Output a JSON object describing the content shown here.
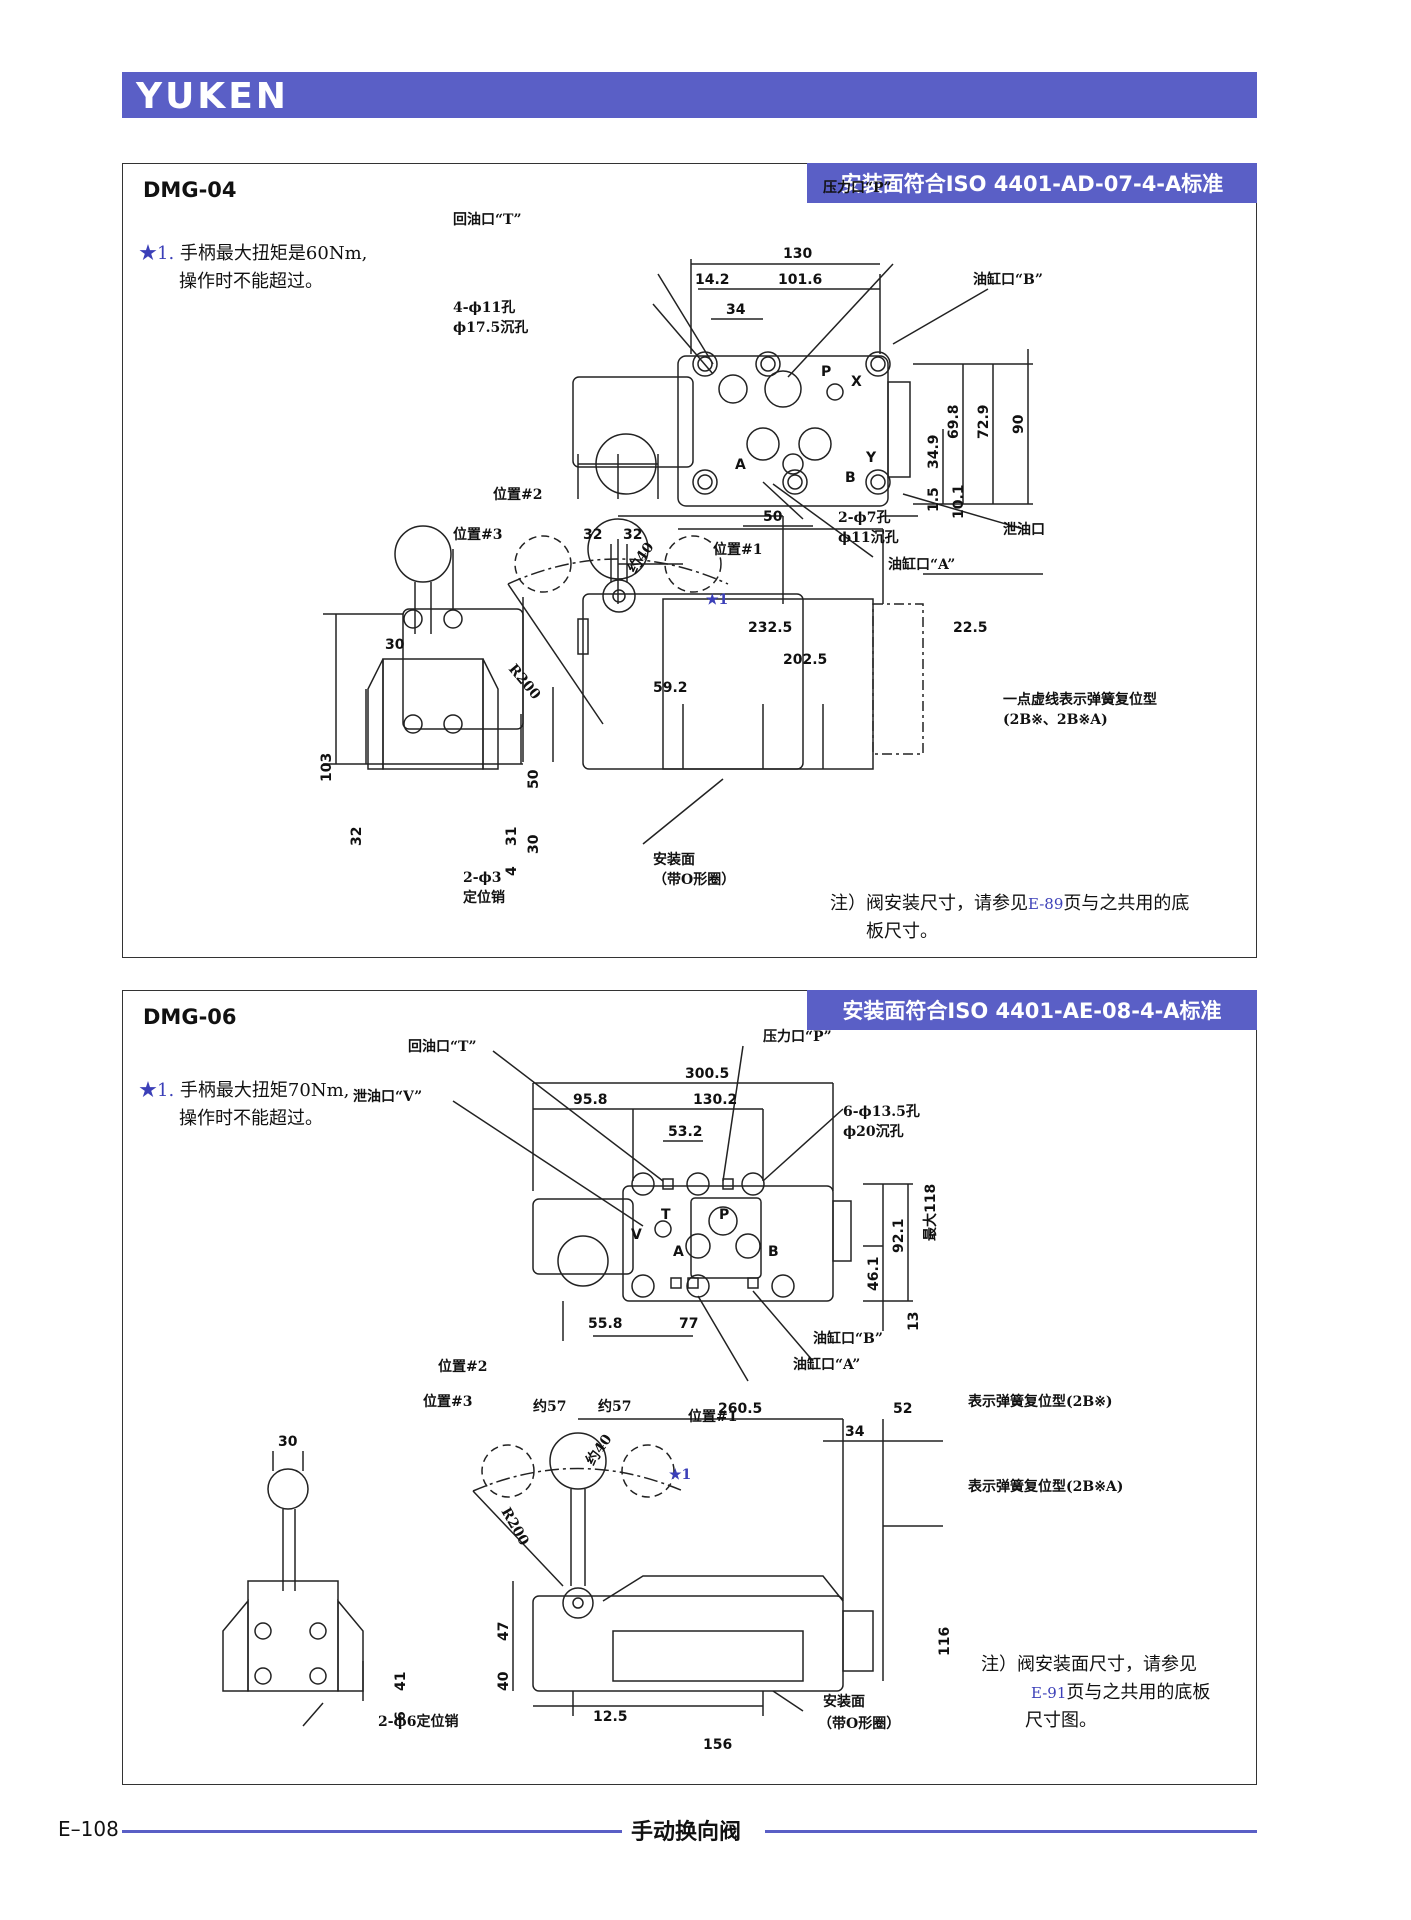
{
  "header": {
    "brand": "YUKEN"
  },
  "sections": [
    {
      "model": "DMG-04",
      "standard": "安装面符合ISO 4401-AD-07-4-A标准",
      "note_star": "★1.",
      "note_line1": "手柄最大扭矩是60Nm,",
      "note_line2": "操作时不能超过。",
      "footnote_a": "注）阀安装尺寸，请参见",
      "footnote_ref": "E-89",
      "footnote_b": "页与之共用的底",
      "footnote_c": "板尺寸。",
      "labels": {
        "port_t": "回油口“T”",
        "port_p": "压力口“P”",
        "port_b": "油缸口“B”",
        "port_a": "油缸口“A”",
        "drain": "泄油口",
        "holes1": "4-ϕ11孔",
        "holes2": "ϕ17.5沉孔",
        "holes3": "2-ϕ7孔",
        "holes4": "ϕ11沉孔",
        "pos1": "位置#1",
        "pos2": "位置#2",
        "pos3": "位置#3",
        "approx40": "约40",
        "r200": "R200",
        "star1": "★1",
        "spring_note": "一点虚线表示弹簧复位型",
        "spring_types": "(2B※、2B※A)",
        "mount_face": "安装面",
        "oring": "（带O形圈）",
        "pin": "2-ϕ3",
        "pin_label": "定位销",
        "p": "P",
        "x": "X",
        "a": "A",
        "b": "B",
        "y": "Y"
      },
      "dims": {
        "d130": "130",
        "d14_2": "14.2",
        "d101_6": "101.6",
        "d34": "34",
        "d69_8": "69.8",
        "d72_9": "72.9",
        "d90": "90",
        "d34_9": "34.9",
        "d1_5": "1.5",
        "d10_1": "10.1",
        "d50": "50",
        "d32a": "32",
        "d32b": "32",
        "d232_5": "232.5",
        "d22_5": "22.5",
        "d202_5": "202.5",
        "d59_2": "59.2",
        "d30": "30",
        "d103": "103",
        "d32": "32",
        "d31": "31",
        "d4": "4",
        "d50v": "50",
        "d30v": "30"
      }
    },
    {
      "model": "DMG-06",
      "standard": "安装面符合ISO 4401-AE-08-4-A标准",
      "note_star": "★1.",
      "note_line1": "手柄最大扭矩70Nm,",
      "note_line2": "操作时不能超过。",
      "footnote_a": "注）阀安装面尺寸，请参见",
      "footnote_ref": "E-91",
      "footnote_b": "页与之共用的底板",
      "footnote_c": "尺寸图。",
      "labels": {
        "port_t": "回油口“T”",
        "port_p": "压力口“P”",
        "drain_v": "泄油口“V”",
        "port_b": "油缸口“B”",
        "port_a": "油缸口“A”",
        "holes1": "6-ϕ13.5孔",
        "holes2": "ϕ20沉孔",
        "pos1": "位置#1",
        "pos2": "位置#2",
        "pos3": "位置#3",
        "approx57a": "约57",
        "approx57b": "约57",
        "approx40": "约40",
        "r200": "R200",
        "star1": "★1",
        "spring1": "表示弹簧复位型(2B※)",
        "spring2": "表示弹簧复位型(2B※A)",
        "mount_face": "安装面",
        "oring": "（带O形圈）",
        "pin": "2-ϕ6定位销",
        "max118": "最大118",
        "t": "T",
        "p": "P",
        "v": "V",
        "a": "A",
        "b": "B"
      },
      "dims": {
        "d300_5": "300.5",
        "d95_8": "95.8",
        "d130_2": "130.2",
        "d53_2": "53.2",
        "d92_1": "92.1",
        "d46_1": "46.1",
        "d13": "13",
        "d55_8": "55.8",
        "d77": "77",
        "d260_5": "260.5",
        "d52": "52",
        "d34": "34",
        "d30": "30",
        "d47": "47",
        "d40": "40",
        "d41": "41",
        "d6": "6",
        "d12_5": "12.5",
        "d156": "156",
        "d116": "116"
      }
    }
  ],
  "footer": {
    "page": "E–108",
    "title": "手动换向阀"
  }
}
